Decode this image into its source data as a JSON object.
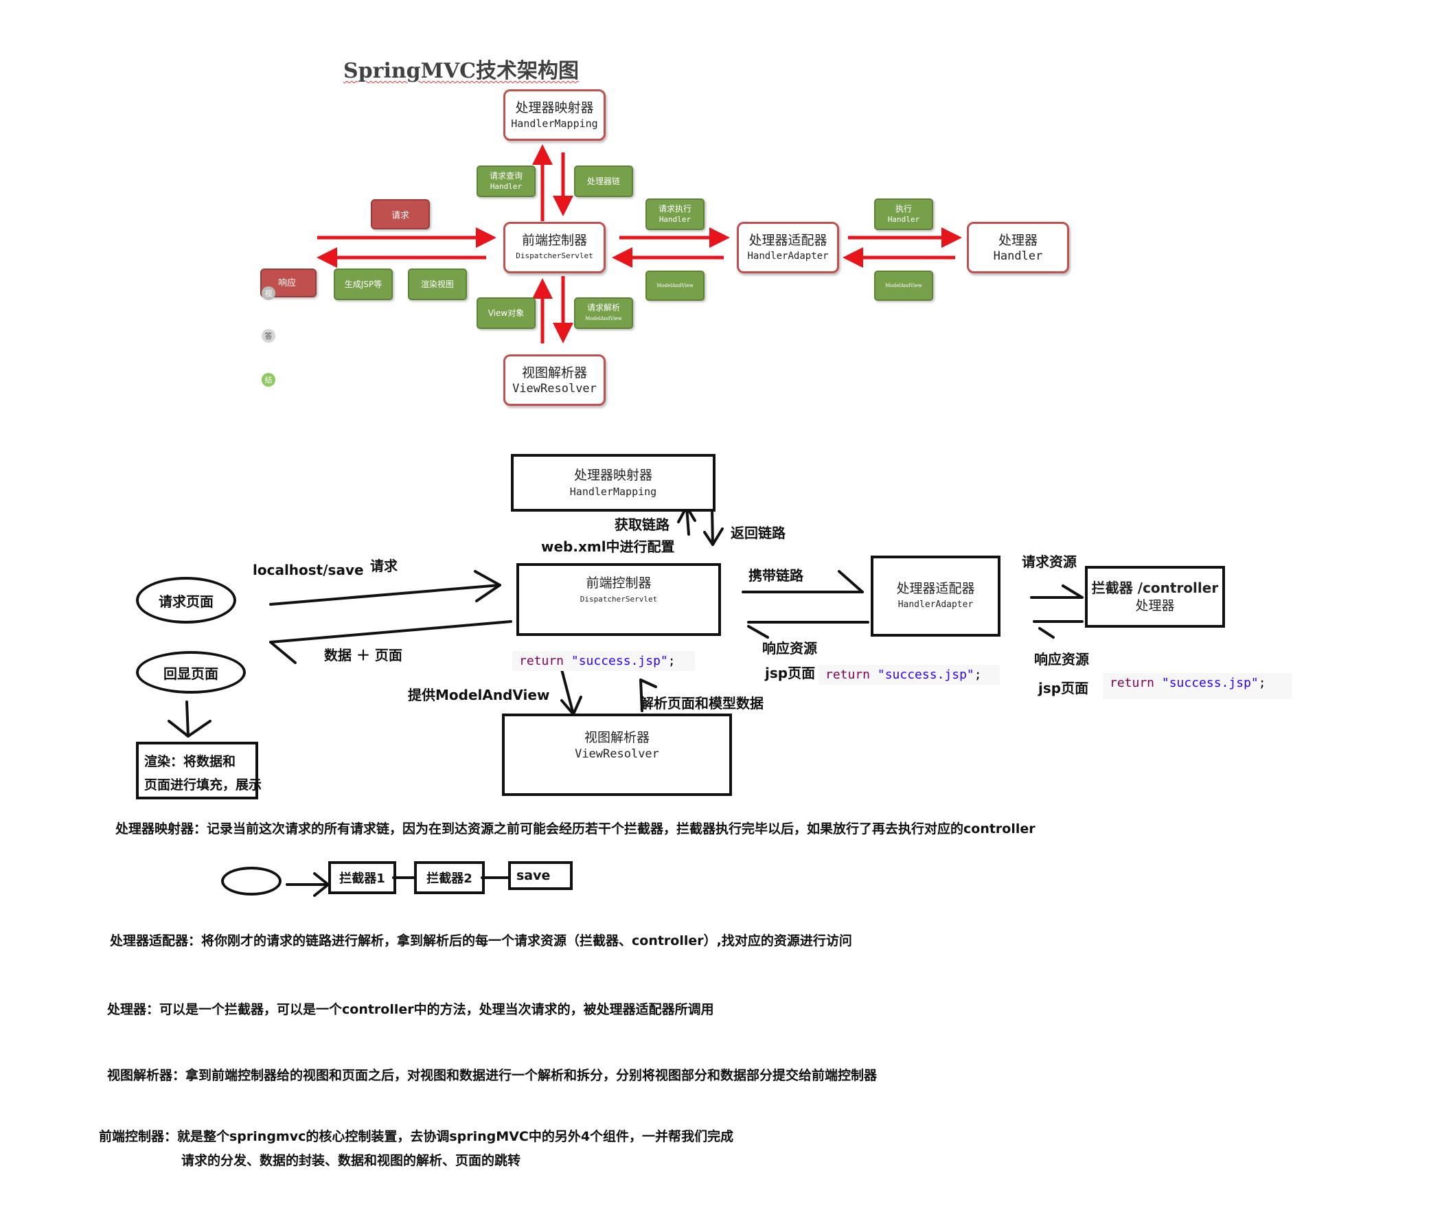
{
  "top": {
    "title": "SpringMVC技术架构图",
    "handler_mapping": {
      "cn": "处理器映射器",
      "en": "HandlerMapping"
    },
    "dispatcher": {
      "cn": "前端控制器",
      "en": "DispatcherServlet"
    },
    "adapter": {
      "cn": "处理器适配器",
      "en": "HandlerAdapter"
    },
    "handler": {
      "cn": "处理器",
      "en": "Handler"
    },
    "view_resolver": {
      "cn": "视图解析器",
      "en": "ViewResolver"
    },
    "tags": {
      "query_handler": {
        "a": "请求查询",
        "b": "Handler"
      },
      "handler_chain": "处理器链",
      "request_exec": {
        "a": "请求执行",
        "b": "Handler"
      },
      "exec": {
        "a": "执行",
        "b": "Handler"
      },
      "mav_1": "ModelAndView",
      "mav_2": "ModelAndView",
      "view_obj": "View对象",
      "parse_request": {
        "a": "请求解析",
        "b": "ModelAndView"
      },
      "gen_jsp": "生成JSP等",
      "render_view": "渲染视图",
      "request": "请求",
      "response": "响应"
    },
    "side_icons": [
      "视",
      "答",
      "结"
    ]
  },
  "bottom": {
    "handler_mapping": {
      "cn": "处理器映射器",
      "en": "HandlerMapping"
    },
    "dispatcher": {
      "cn": "前端控制器",
      "en": "DispatcherServlet"
    },
    "adapter": {
      "cn": "处理器适配器",
      "en": "HandlerAdapter"
    },
    "interceptor": {
      "cn": "拦截器 /controller",
      "cn2": "处理器"
    },
    "view_resolver": {
      "cn": "视图解析器",
      "en": "ViewResolver"
    },
    "request_page": "请求页面",
    "echo_page": "回显页面",
    "render": {
      "line1": "渲染：将数据和",
      "line2": "页面进行填充，展示"
    },
    "labels": {
      "get_chain": "获取链路",
      "return_chain": "返回链路",
      "webxml": "web.xml中进行配置",
      "url": "localhost/save",
      "request": "请求",
      "data_page": "数据 ＋ 页面",
      "carry_chain": "携带链路",
      "request_resource": "请求资源",
      "response_resource_1": "响应资源",
      "jsp_page_1": "jsp页面",
      "response_resource_2": "响应资源",
      "jsp_page_2": "jsp页面",
      "provide_mav": "提供ModelAndView",
      "parse_page_model": "解析页面和模型数据"
    },
    "code": {
      "kw": "return",
      "str": "\"success.jsp\"",
      "end": ";"
    },
    "chain": {
      "interceptor1": "拦截器1",
      "interceptor2": "拦截器2",
      "save": "save"
    }
  },
  "notes": {
    "mapping": "处理器映射器：记录当前这次请求的所有请求链，因为在到达资源之前可能会经历若干个拦截器，拦截器执行完毕以后，如果放行了再去执行对应的controller",
    "adapter": "处理器适配器：将你刚才的请求的链路进行解析，拿到解析后的每一个请求资源（拦截器、controller）,找对应的资源进行访问",
    "handler": "处理器：可以是一个拦截器，可以是一个controller中的方法，处理当次请求的，被处理器适配器所调用",
    "resolver": "视图解析器：拿到前端控制器给的视图和页面之后，对视图和数据进行一个解析和拆分，分别将视图部分和数据部分提交给前端控制器",
    "dispatcher_1": "前端控制器：就是整个springmvc的核心控制装置，去协调springMVC中的另外4个组件，一并帮我们完成",
    "dispatcher_2": "请求的分发、数据的封装、数据和视图的解析、页面的跳转"
  },
  "colors": {
    "red_arrow": "#e8141c",
    "box_border": "#c0504d",
    "green_tag": "#77a04b"
  }
}
